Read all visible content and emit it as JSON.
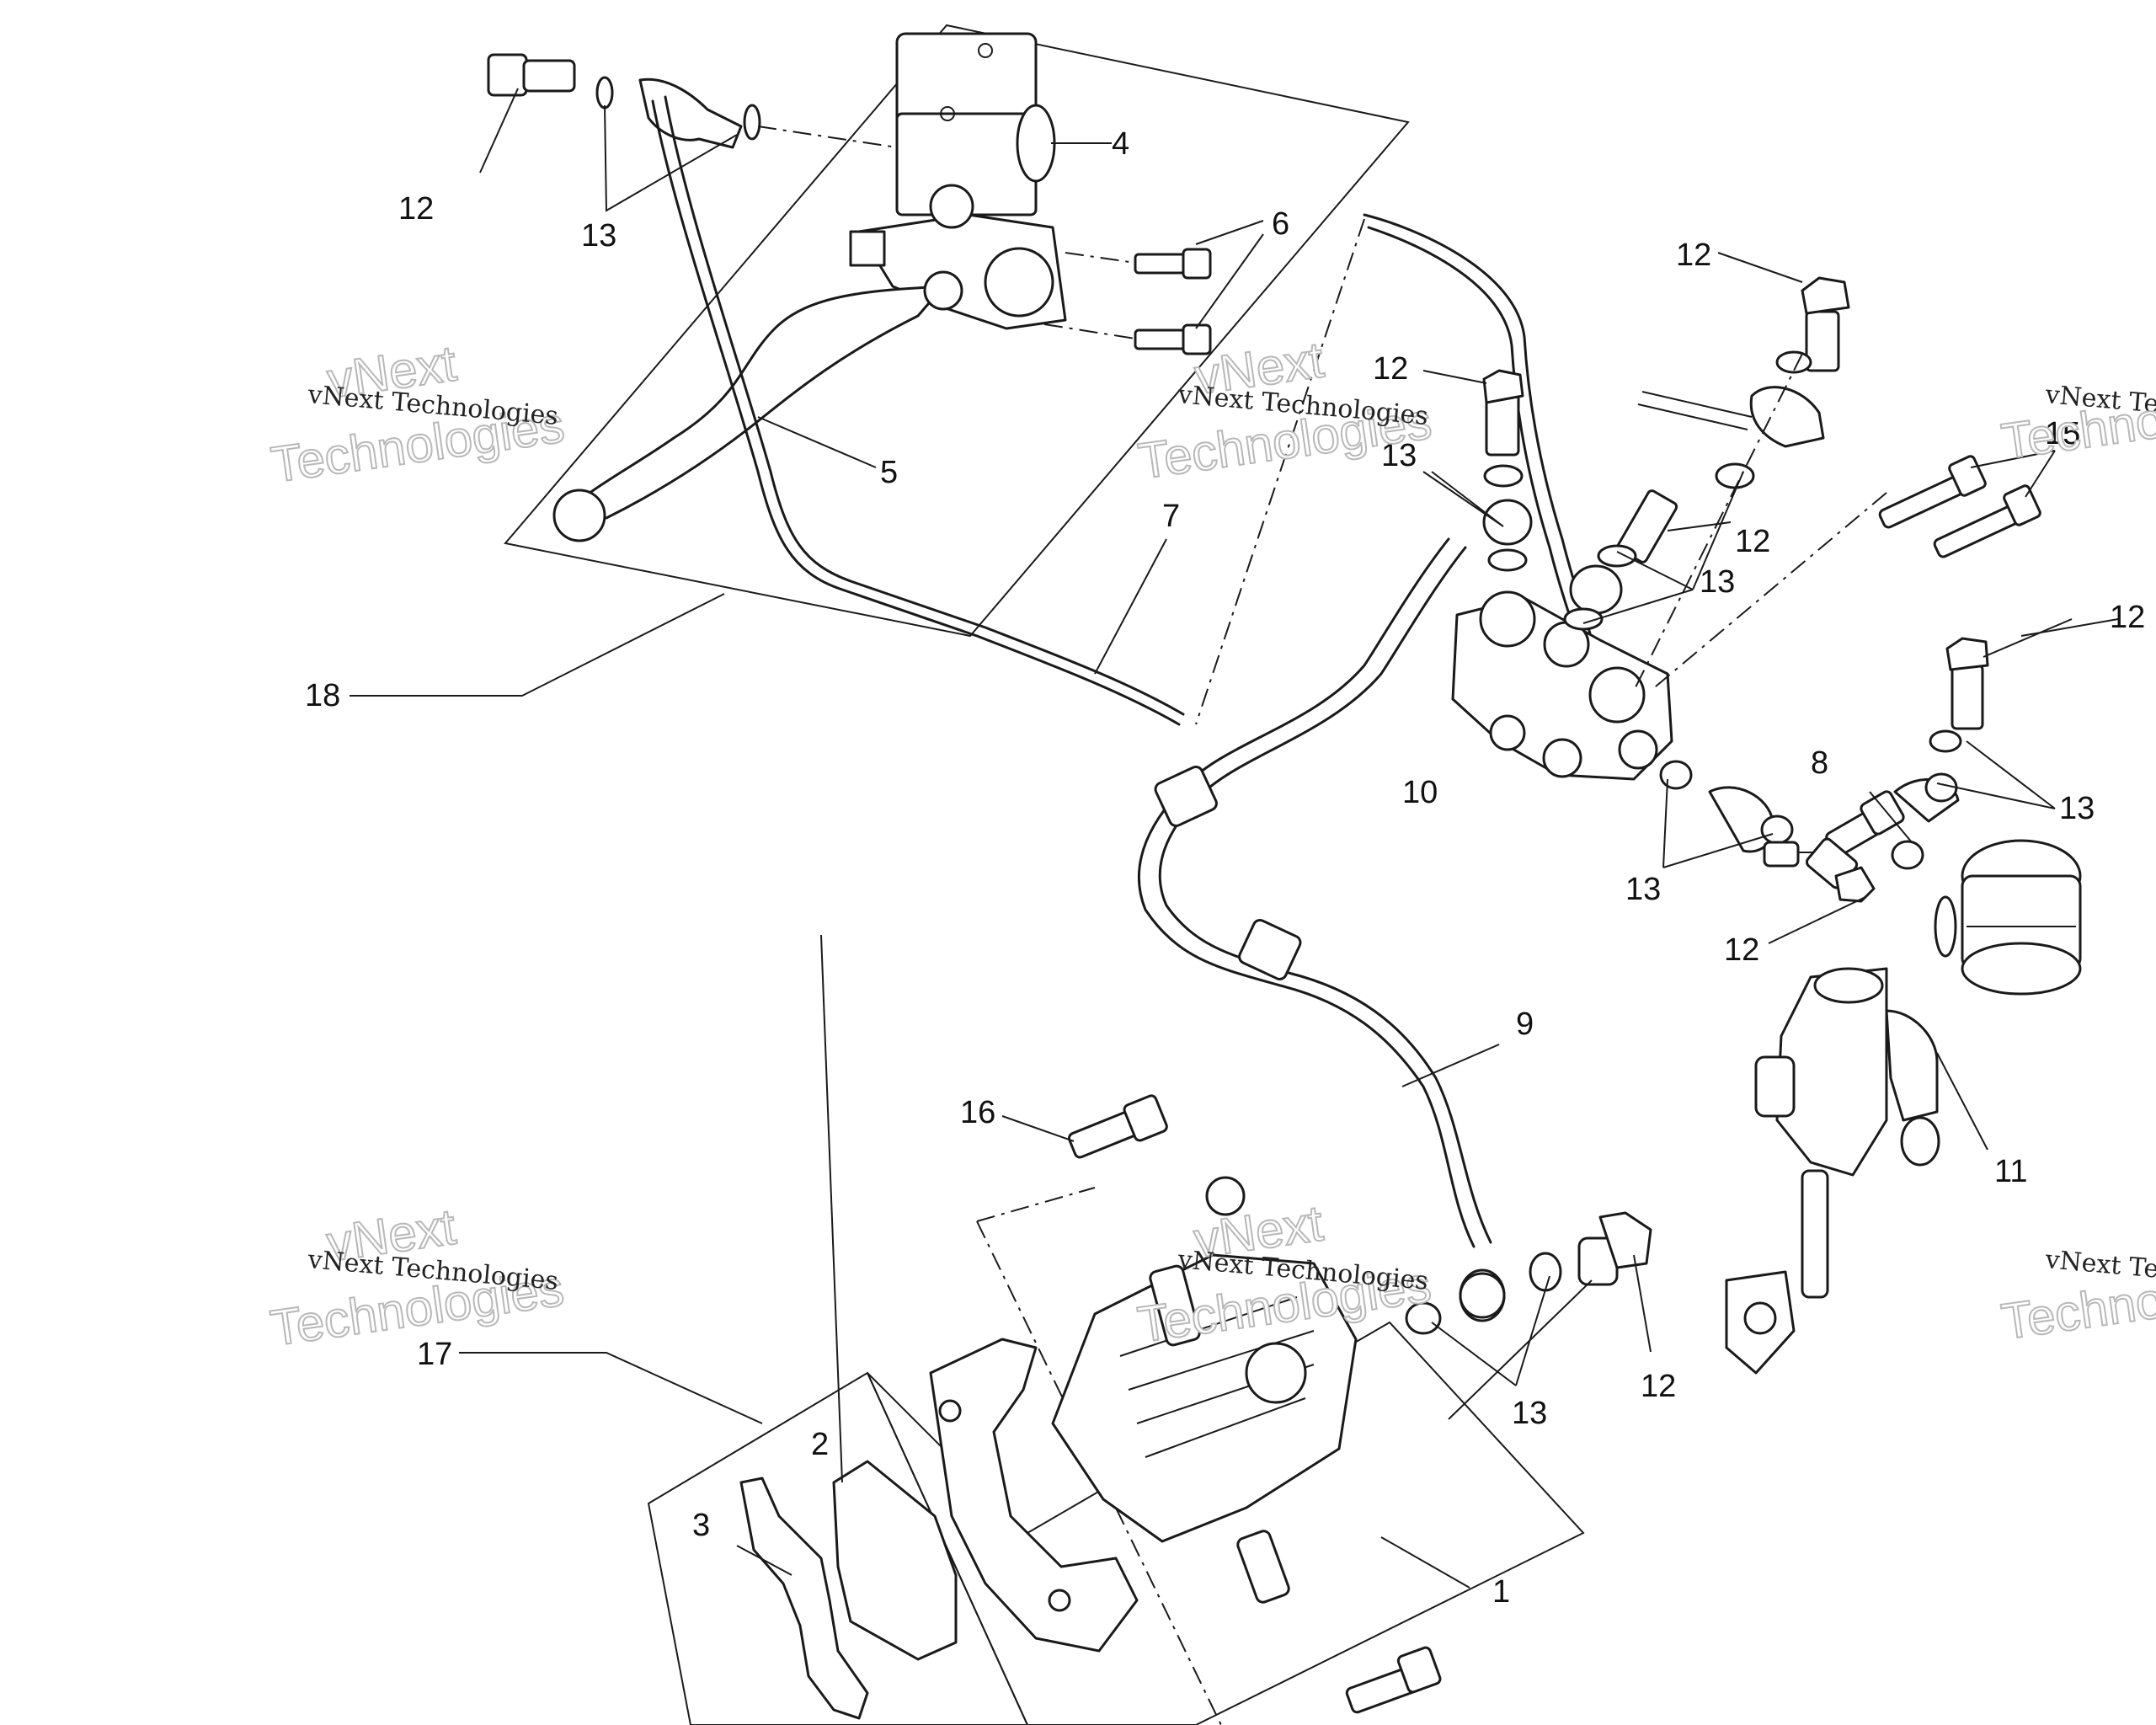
{
  "callouts": {
    "c1": "1",
    "c2": "2",
    "c3": "3",
    "c4": "4",
    "c5": "5",
    "c6": "6",
    "c7": "7",
    "c8": "8",
    "c9": "9",
    "c10": "10",
    "c11": "11",
    "c12": "12",
    "c13": "13",
    "c15": "15",
    "c16": "16",
    "c17": "17",
    "c18": "18"
  },
  "watermark": {
    "company": "vNext Technologies",
    "brand": "vNext",
    "tagline": "Technologies"
  }
}
